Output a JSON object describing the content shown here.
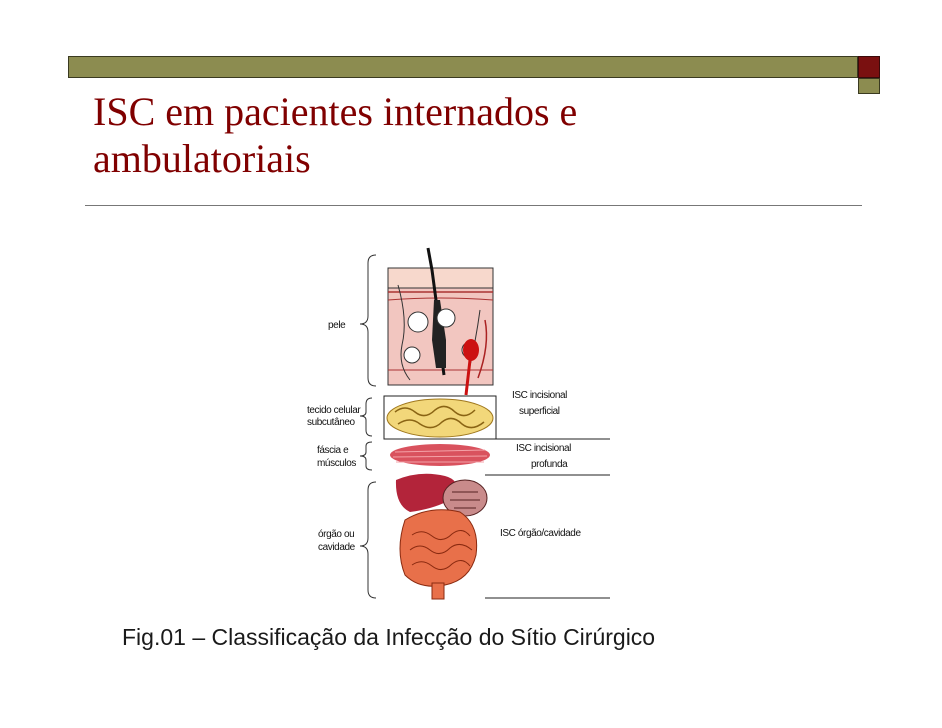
{
  "slide": {
    "title": "ISC em pacientes internados e ambulatoriais",
    "caption": "Fig.01 – Classificação da Infecção do Sítio Cirúrgico"
  },
  "diagram": {
    "layers": {
      "pele": "pele",
      "tecido_l1": "tecido celular",
      "tecido_l2": "subcutâneo",
      "fascia_l1": "fáscia e",
      "fascia_l2": "músculos",
      "orgao_l1": "órgão ou",
      "orgao_l2": "cavidade"
    },
    "classes": {
      "sup_l1": "ISC incisional",
      "sup_l2": "superficial",
      "prof_l1": "ISC incisional",
      "prof_l2": "profunda",
      "orgao": "ISC órgão/cavidade"
    }
  },
  "colors": {
    "title": "#800000",
    "bar": "#8c8c50",
    "accent_square": "#7a1010",
    "skin": "#f2c6c0",
    "fat": "#f2d77a",
    "muscle": "#d9525e",
    "liver": "#b3243a",
    "intestine": "#e8704a"
  }
}
